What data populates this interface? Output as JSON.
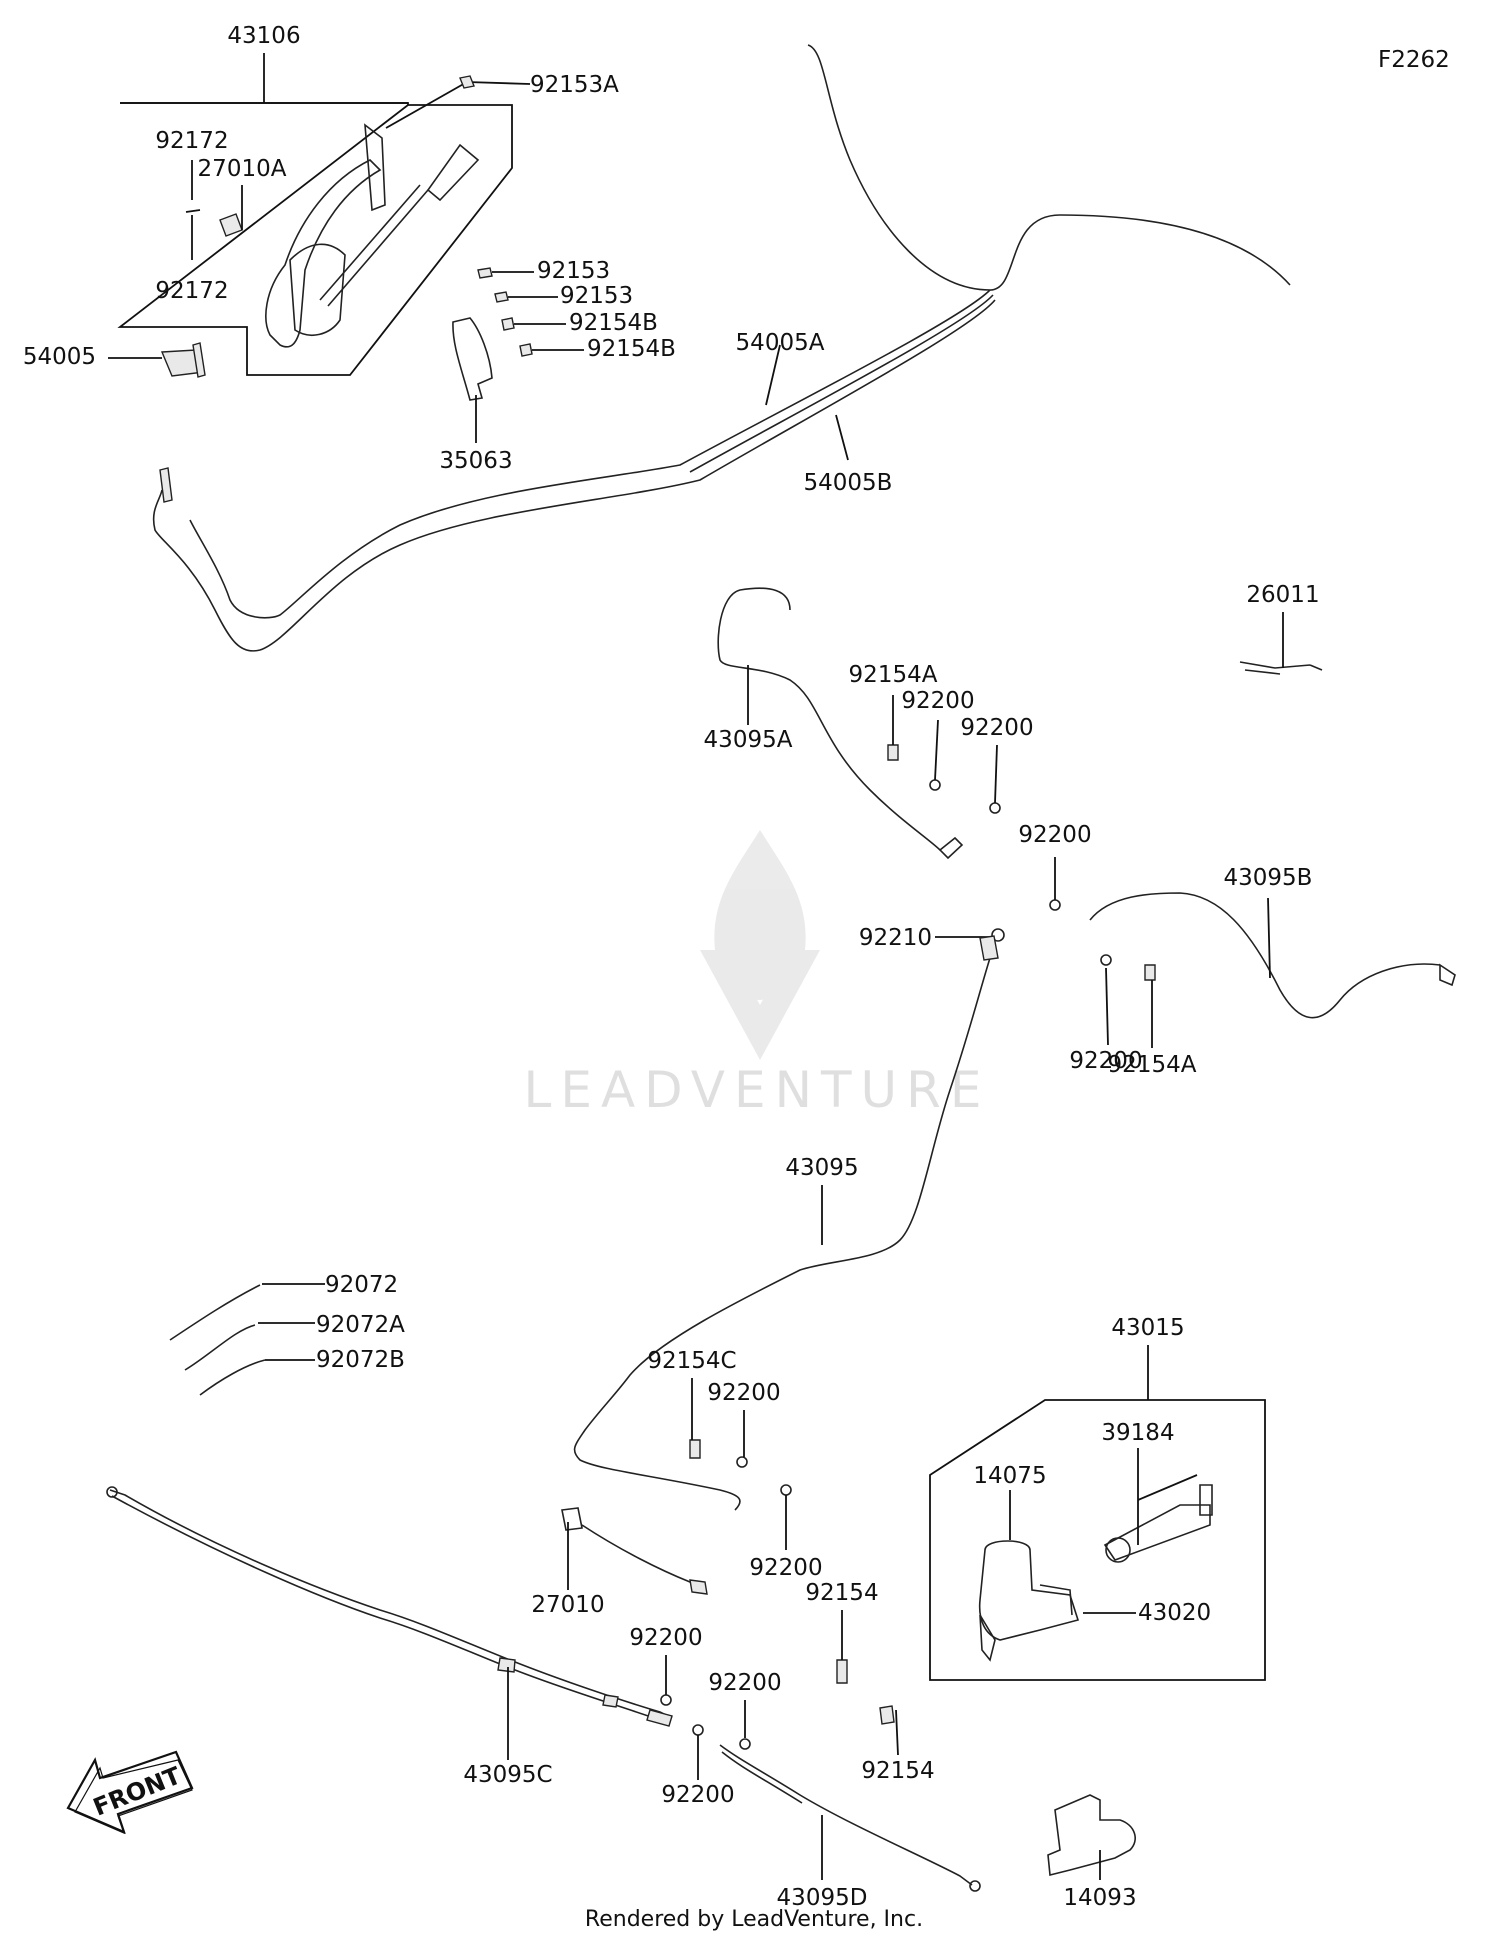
{
  "diagram_code": "F2262",
  "footer": "Rendered by LeadVenture, Inc.",
  "watermark": "LEADVENTURE",
  "front_arrow_label": "FRONT",
  "labels": [
    "43106",
    "92153A",
    "92172",
    "27010A",
    "92172",
    "54005",
    "92153",
    "92153",
    "92154B",
    "92154B",
    "35063",
    "54005A",
    "54005B",
    "26011",
    "92154A",
    "92200",
    "92200",
    "43095A",
    "92200",
    "43095B",
    "92210",
    "92200",
    "92154A",
    "43095",
    "92072",
    "92072A",
    "92072B",
    "92154C",
    "92200",
    "43015",
    "39184",
    "14075",
    "92200",
    "27010",
    "92154",
    "43020",
    "92200",
    "92200",
    "43095C",
    "92154",
    "92200",
    "43095D",
    "14093"
  ]
}
